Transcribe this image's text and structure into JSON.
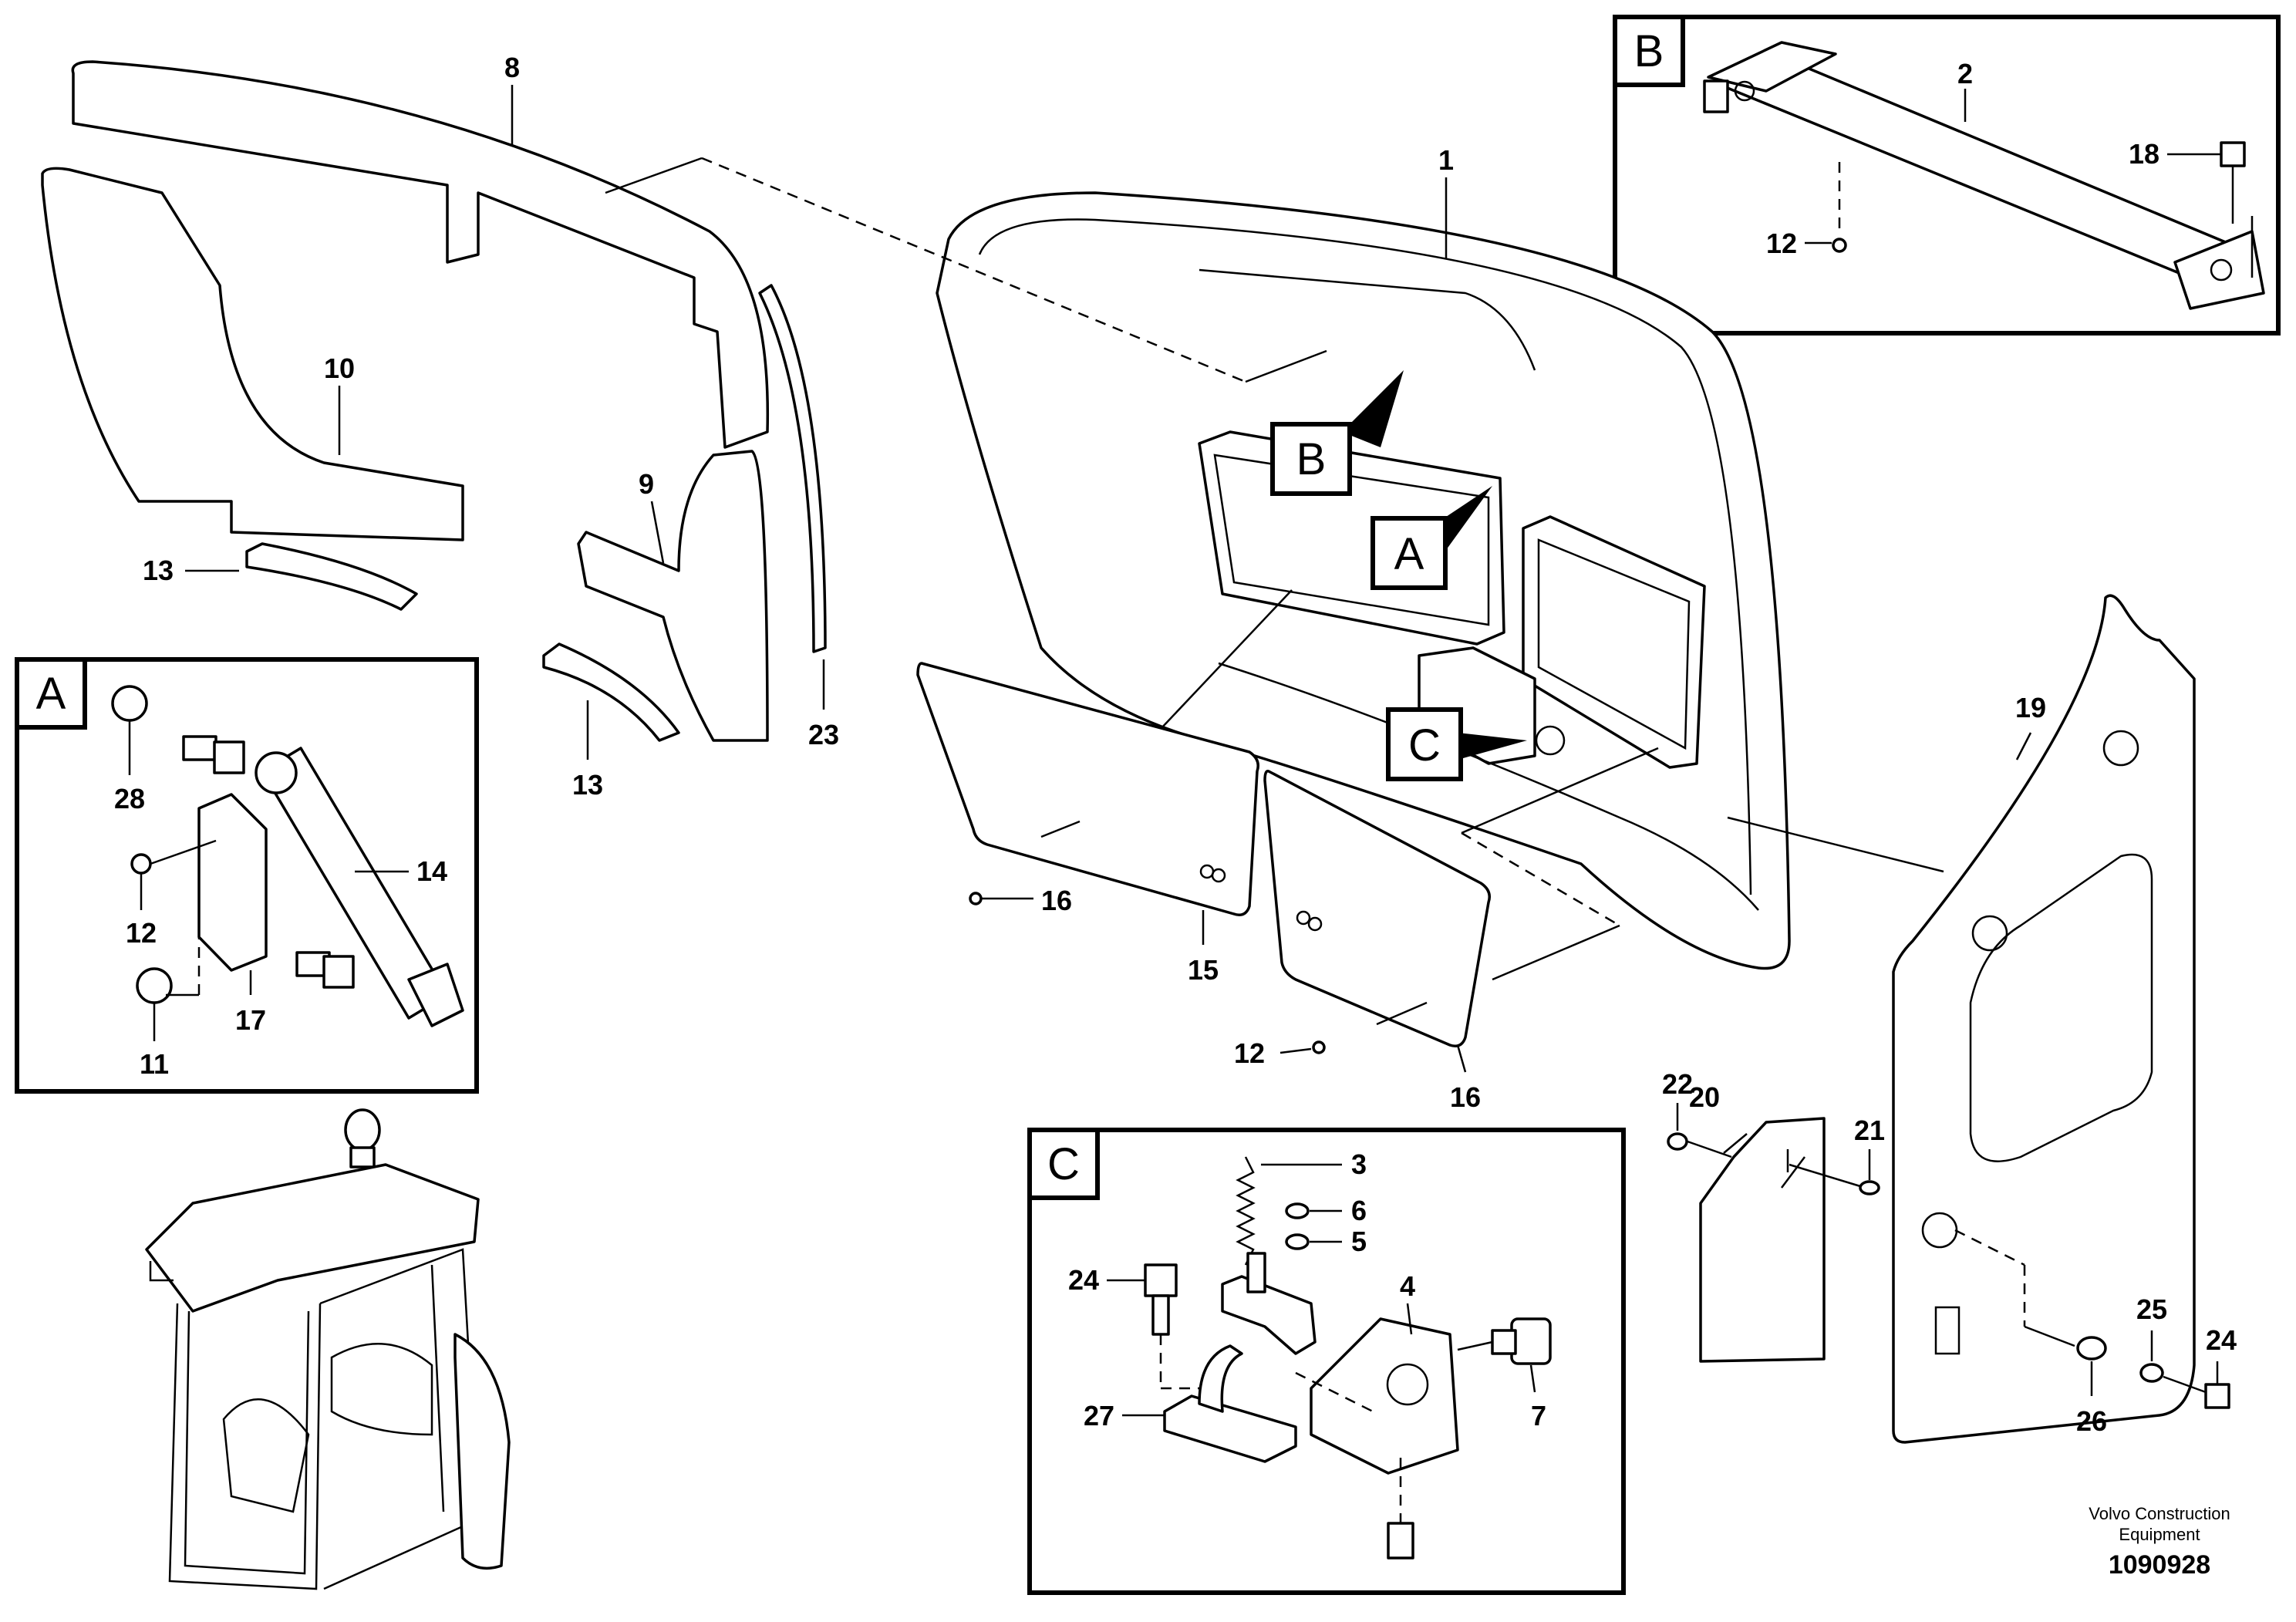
{
  "part_numbers": {
    "p1": "1",
    "p2": "2",
    "p3": "3",
    "p4": "4",
    "p5": "5",
    "p6": "6",
    "p7": "7",
    "p8": "8",
    "p9": "9",
    "p10": "10",
    "p11": "11",
    "p12_a": "12",
    "p12_b": "12",
    "p12_main": "12",
    "p13_left": "13",
    "p13_mid": "13",
    "p14": "14",
    "p15": "15",
    "p16_a": "16",
    "p16_b": "16",
    "p17": "17",
    "p18": "18",
    "p19": "19",
    "p20": "20",
    "p21": "21",
    "p22": "22",
    "p23": "23",
    "p24_c": "24",
    "p24_r": "24",
    "p25": "25",
    "p26": "26",
    "p27": "27",
    "p28": "28"
  },
  "detail_labels": {
    "box_a": "A",
    "box_b": "B",
    "box_c": "C",
    "callout_a": "A",
    "callout_b": "B",
    "callout_c": "C"
  },
  "footer": {
    "company_line1": "Volvo Construction",
    "company_line2": "Equipment",
    "drawing_number": "1090928"
  }
}
